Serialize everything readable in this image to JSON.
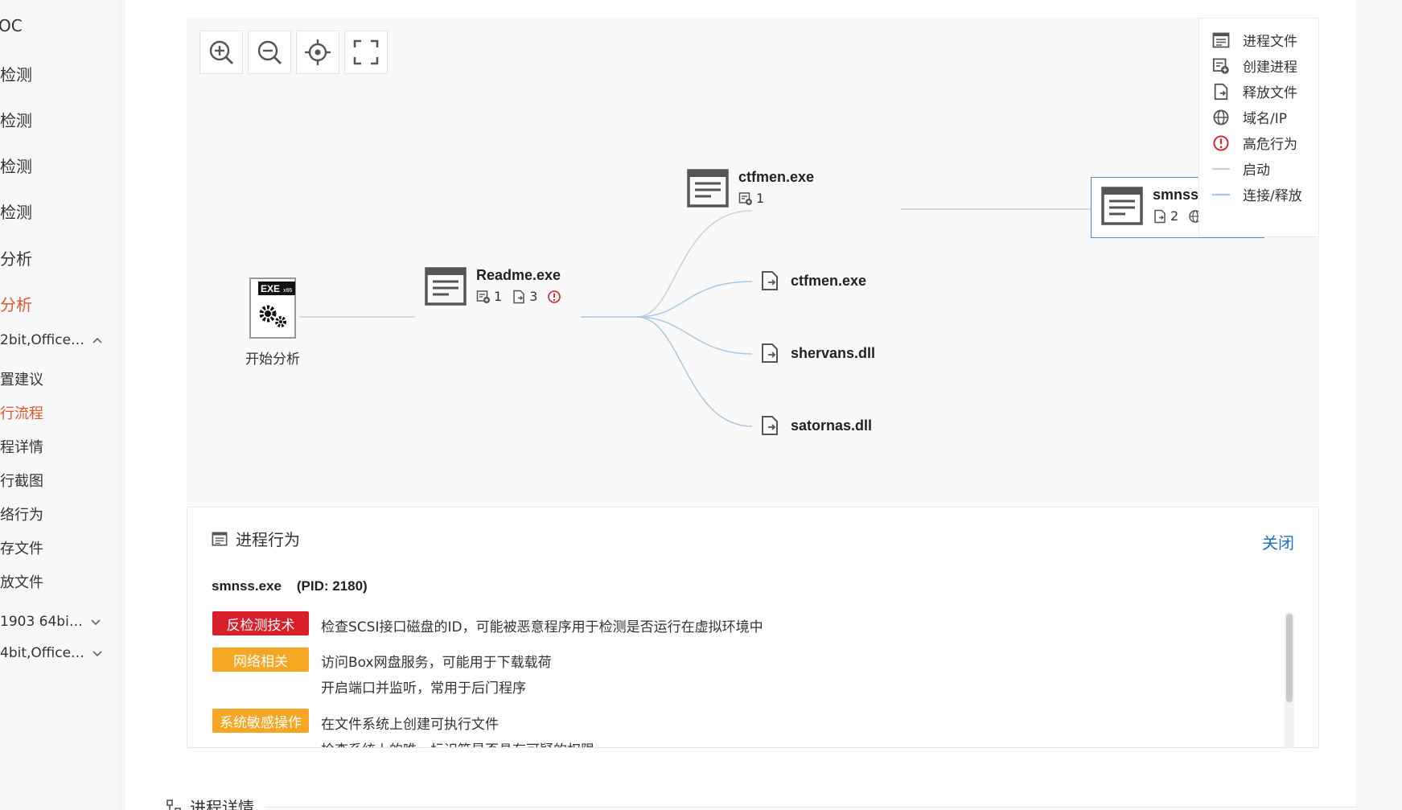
{
  "sidebar": {
    "items": [
      "OC",
      "检测",
      "检测",
      "检测",
      "检测",
      "分析",
      "分析"
    ],
    "version_expanded": "2bit,Office…",
    "sub_items": [
      "置建议",
      "行流程",
      "程详情",
      "行截图",
      "络行为",
      "存文件",
      "放文件"
    ],
    "versions_collapsed": [
      "1903 64bi…",
      "4bit,Office…"
    ]
  },
  "graph": {
    "toolbar": [
      "zoom-in",
      "zoom-out",
      "locate",
      "fullscreen"
    ],
    "start_node": {
      "badge": "EXE",
      "badge_sub": "x86",
      "label": "开始分析"
    },
    "readme": {
      "name": "Readme.exe",
      "create_count": "1",
      "drop_count": "3"
    },
    "ctfmen_proc": {
      "name": "ctfmen.exe",
      "create_count": "1"
    },
    "files": [
      "ctfmen.exe",
      "shervans.dll",
      "satornas.dll"
    ],
    "smnss": {
      "name": "smnss",
      "drop_count": "2"
    }
  },
  "legend": {
    "items": [
      "进程文件",
      "创建进程",
      "释放文件",
      "域名/IP",
      "高危行为",
      "启动",
      "连接/释放"
    ]
  },
  "panel": {
    "title": "进程行为",
    "close": "关闭",
    "process": "smnss.exe    (PID: 2180)",
    "tags": [
      {
        "label": "反检测技术",
        "color": "#d9202a"
      },
      {
        "label": "网络相关",
        "color": "#f5a623"
      },
      {
        "label": "系统敏感操作",
        "color": "#f5a623"
      }
    ],
    "texts": [
      "检查SCSI接口磁盘的ID，可能被恶意程序用于检测是否运行在虚拟环境中",
      "访问Box网盘服务，可能用于下载载荷",
      "开启端口并监听，常用于后门程序",
      "在文件系统上创建可执行文件",
      "检查系统上的唯一标识符是否具有可疑的权限"
    ]
  },
  "details_header": "进程详情",
  "colors": {
    "accent": "#e8542a",
    "link": "#1a73c8",
    "danger": "#d9202a",
    "warning": "#f5a623",
    "edge_blue": "#a8c8e8"
  }
}
